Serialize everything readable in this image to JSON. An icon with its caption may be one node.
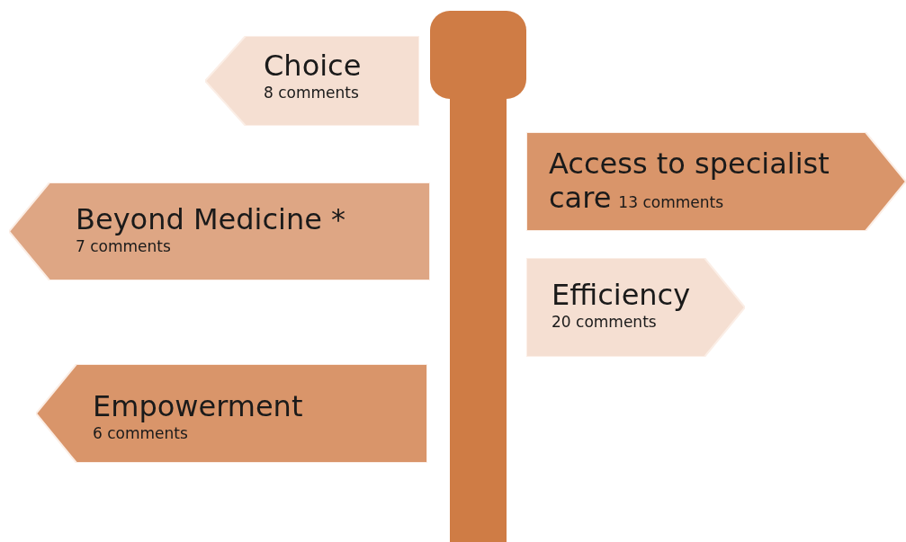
{
  "diagram": {
    "nodes": [
      {
        "text": [
          "Choice",
          "8 comments"
        ]
      },
      {
        "text": [
          "Access to specialist care",
          "13 comments"
        ]
      },
      {
        "text": [
          "Beyond Medicine *",
          "7 comments"
        ]
      },
      {
        "text": [
          "Efficiency",
          "20 comments"
        ]
      },
      {
        "text": [
          "Empowerment",
          "6 comments"
        ]
      }
    ]
  }
}
